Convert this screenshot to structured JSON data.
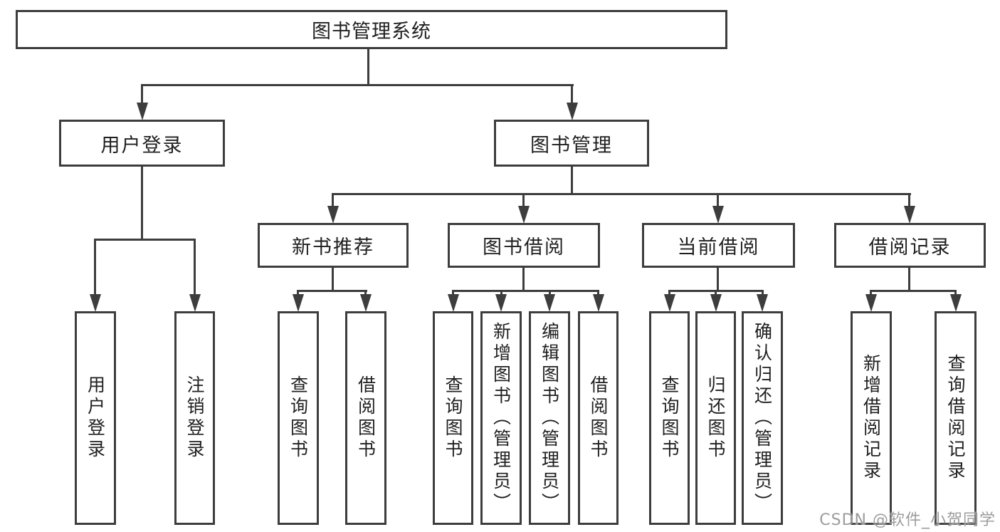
{
  "diagram": {
    "type": "hierarchy-tree",
    "root": {
      "label": "图书管理系统"
    },
    "branches": [
      {
        "label": "用户登录"
      },
      {
        "label": "图书管理"
      }
    ],
    "modules": [
      {
        "label": "新书推荐",
        "parent": "图书管理"
      },
      {
        "label": "图书借阅",
        "parent": "图书管理"
      },
      {
        "label": "当前借阅",
        "parent": "图书管理"
      },
      {
        "label": "借阅记录",
        "parent": "图书管理"
      }
    ],
    "functions": [
      {
        "label": "用户登录",
        "parent": "用户登录"
      },
      {
        "label": "注销登录",
        "parent": "用户登录"
      },
      {
        "label": "查询图书",
        "parent": "新书推荐"
      },
      {
        "label": "借阅图书",
        "parent": "新书推荐"
      },
      {
        "label": "查询图书",
        "parent": "图书借阅"
      },
      {
        "label": "新增图书（管理员）",
        "parent": "图书借阅"
      },
      {
        "label": "编辑图书（管理员）",
        "parent": "图书借阅"
      },
      {
        "label": "借阅图书",
        "parent": "图书借阅"
      },
      {
        "label": "查询图书",
        "parent": "当前借阅"
      },
      {
        "label": "归还图书",
        "parent": "当前借阅"
      },
      {
        "label": "确认归还（管理员）",
        "parent": "当前借阅"
      },
      {
        "label": "新增借阅记录",
        "parent": "借阅记录"
      },
      {
        "label": "查询借阅记录",
        "parent": "借阅记录"
      }
    ],
    "watermark": "CSDN @软件_小贺同学",
    "colors": {
      "line": "#3d3d3d",
      "text": "#1f1f1f",
      "watermark": "#9c9c9c",
      "node_background": "#ffffff"
    }
  }
}
